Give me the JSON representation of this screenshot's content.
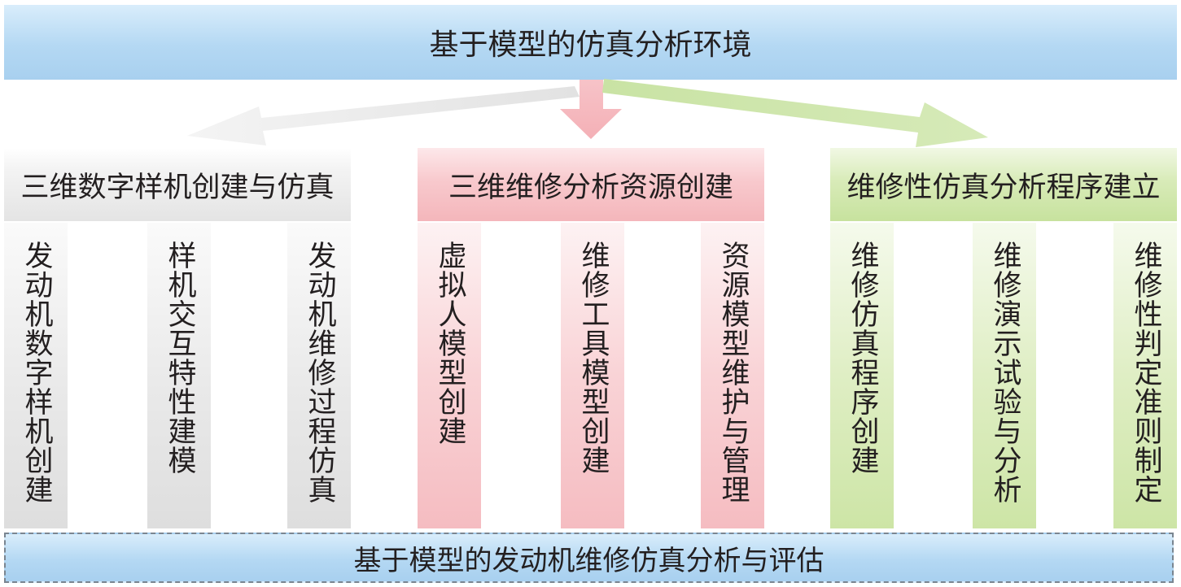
{
  "top_banner": "基于模型的仿真分析环境",
  "bottom_banner": "基于模型的发动机维修仿真分析与评估",
  "groups": [
    {
      "title": "三维数字样机创建与仿真",
      "color": "#e4e4e4",
      "items": [
        "发动机数字样机创建",
        "样机交互特性建模",
        "发动机维修过程仿真"
      ]
    },
    {
      "title": "三维维修分析资源创建",
      "color": "#f4b6bb",
      "items": [
        "虚拟人模型创建",
        "维修工具模型创建",
        "资源模型维护与管理"
      ]
    },
    {
      "title": "维修性仿真分析程序建立",
      "color": "#c7e29e",
      "items": [
        "维修仿真程序创建",
        "维修演示试验与分析",
        "维修性判定准则制定"
      ]
    }
  ]
}
